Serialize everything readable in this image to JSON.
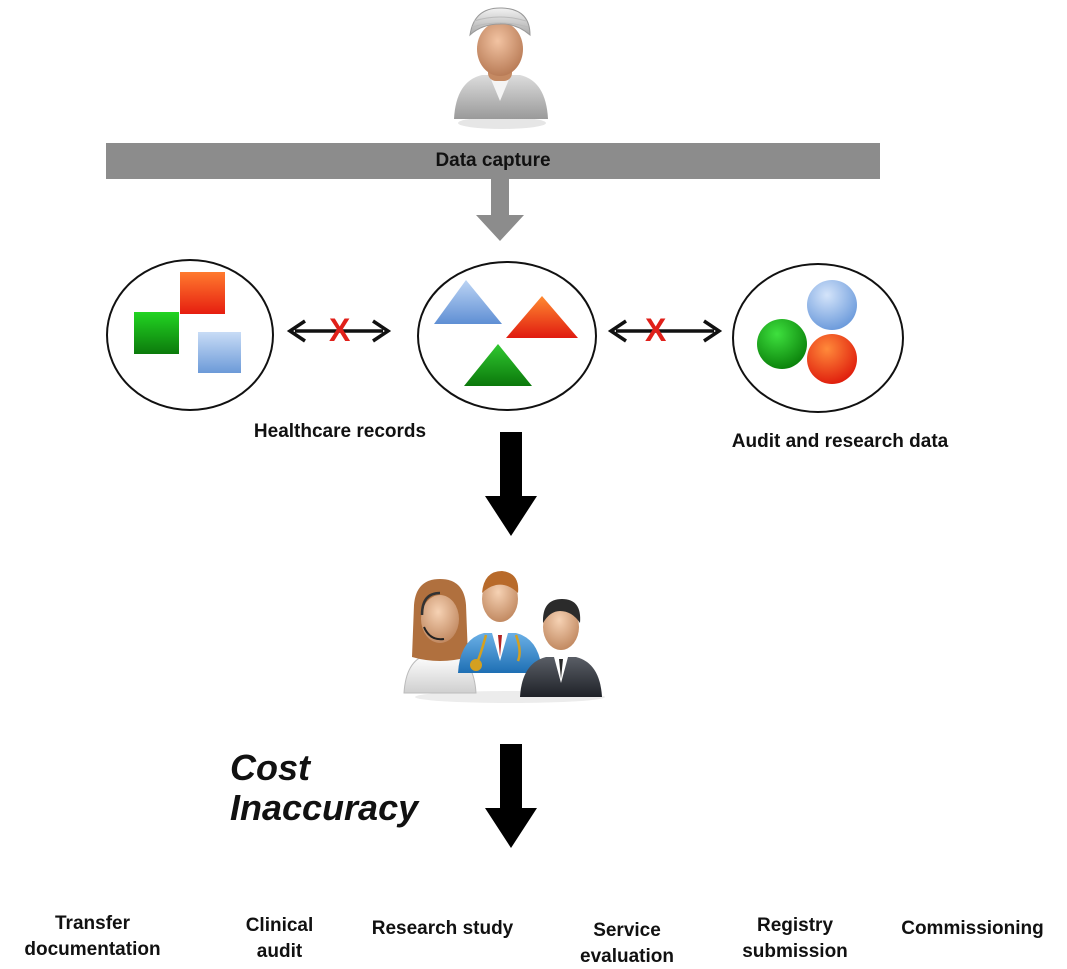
{
  "banner_label": "Data capture",
  "records_label": "Healthcare records",
  "research_label": "Audit and research data",
  "cost_label": "Cost\nInaccuracy",
  "break_marks": [
    "X",
    "X"
  ],
  "outputs": [
    "Transfer\ndocumentation",
    "Clinical\naudit",
    "Research study",
    "Service\nevaluation",
    "Registry\nsubmission",
    "Commissioning"
  ],
  "icons": {
    "user": "nurse-icon",
    "team": "clinical-team-icon"
  },
  "colors": {
    "banner": "#8c8c8c",
    "break_mark": "#e0201a",
    "red": "#ff4a10",
    "green": "#16b016",
    "blue": "#8fb6e6"
  }
}
